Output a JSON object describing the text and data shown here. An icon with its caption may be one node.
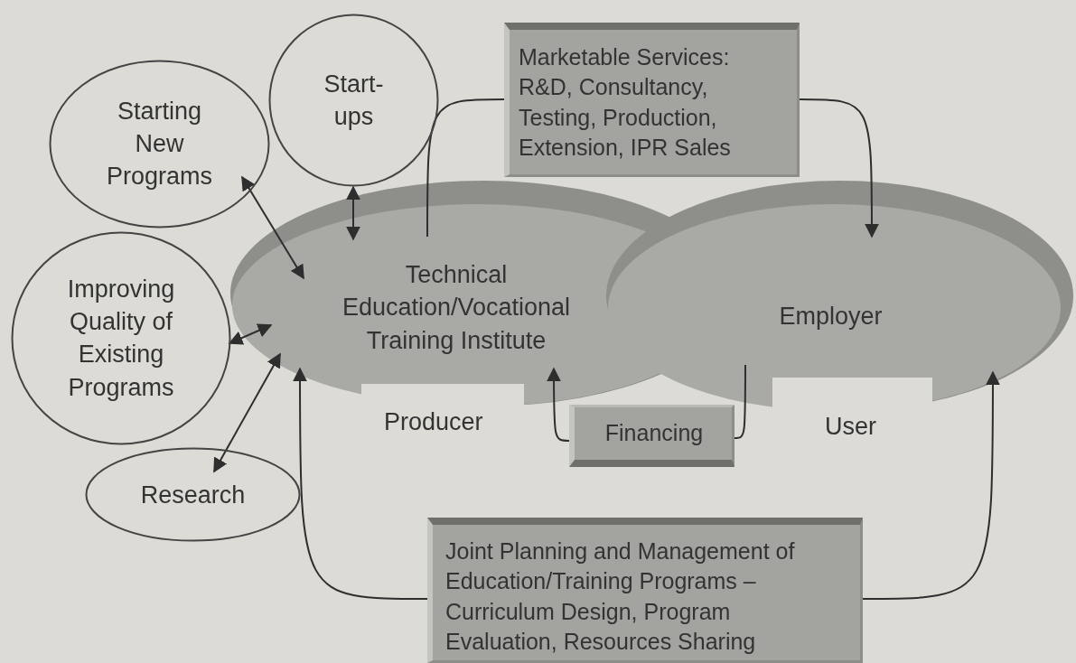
{
  "diagram": {
    "nodes": [
      {
        "text": [
          "Starting New Programs"
        ]
      },
      {
        "text": [
          "Start-ups"
        ]
      },
      {
        "text": [
          "Marketable Services: R&D, Consultancy, Testing, Production, Extension, IPR Sales"
        ]
      },
      {
        "text": [
          "Technical Education/Vocational Training Institute"
        ],
        "beside": [
          "Producer"
        ]
      },
      {
        "text": [
          "Employer"
        ],
        "beside": [
          "User"
        ]
      },
      {
        "text": [
          "Improving Quality of Existing Programs"
        ]
      },
      {
        "text": [
          "Financing"
        ]
      },
      {
        "text": [
          "Research"
        ]
      },
      {
        "text": [
          "Joint Planning and Management of Education/Training Programs – Curriculum Design, Program Evaluation, Resources Sharing"
        ]
      }
    ],
    "edges": [
      {
        "from": 0,
        "to": 3,
        "arrow": "both"
      },
      {
        "from": 1,
        "to": 3,
        "arrow": "both"
      },
      {
        "from": 5,
        "to": 3,
        "arrow": "both"
      },
      {
        "from": 7,
        "to": 3,
        "arrow": "both"
      },
      {
        "from": 3,
        "to": 2,
        "arrow": "none"
      },
      {
        "from": 2,
        "to": 4,
        "arrow": "to"
      },
      {
        "from": 4,
        "to": 6,
        "arrow": "none"
      },
      {
        "from": 6,
        "to": 3,
        "arrow": "to"
      },
      {
        "from": 8,
        "to": 3,
        "arrow": "to"
      },
      {
        "from": 8,
        "to": 4,
        "arrow": "to"
      }
    ]
  }
}
